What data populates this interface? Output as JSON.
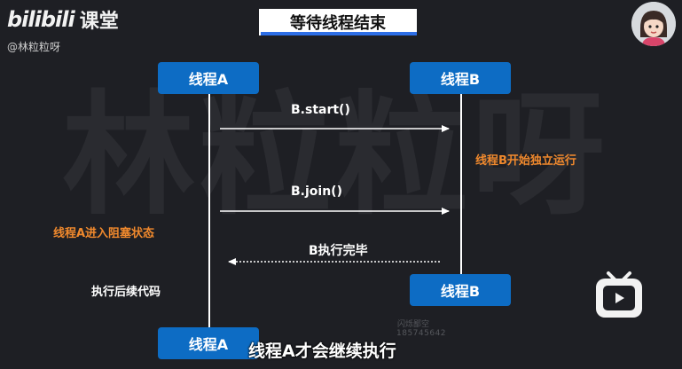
{
  "brand": {
    "logo_text": "bilibili",
    "logo_sub": "课堂",
    "author": "@林粒粒呀"
  },
  "watermark": {
    "large_text": "林粒粒呀",
    "small_line_1": "闪烁鄙空",
    "small_line_2": "185745642"
  },
  "title": "等待线程结束",
  "boxes": {
    "a_top": "线程A",
    "b_top": "线程B",
    "b_bottom": "线程B",
    "a_bottom": "线程A"
  },
  "messages": {
    "start": "B.start()",
    "join": "B.join()",
    "done": "B执行完毕"
  },
  "notes": {
    "b_independent": "线程B开始独立运行",
    "a_blocked": "线程A进入阻塞状态",
    "a_continue": "执行后续代码"
  },
  "subtitle": "线程A才会继续执行",
  "colors": {
    "background": "#1e1f24",
    "box": "#0d6cc4",
    "accent_orange": "#f0892d",
    "title_underline": "#2d6ee6"
  },
  "icons": {
    "avatar": "cartoon-girl-avatar",
    "tv": "bilibili-tv-icon"
  }
}
